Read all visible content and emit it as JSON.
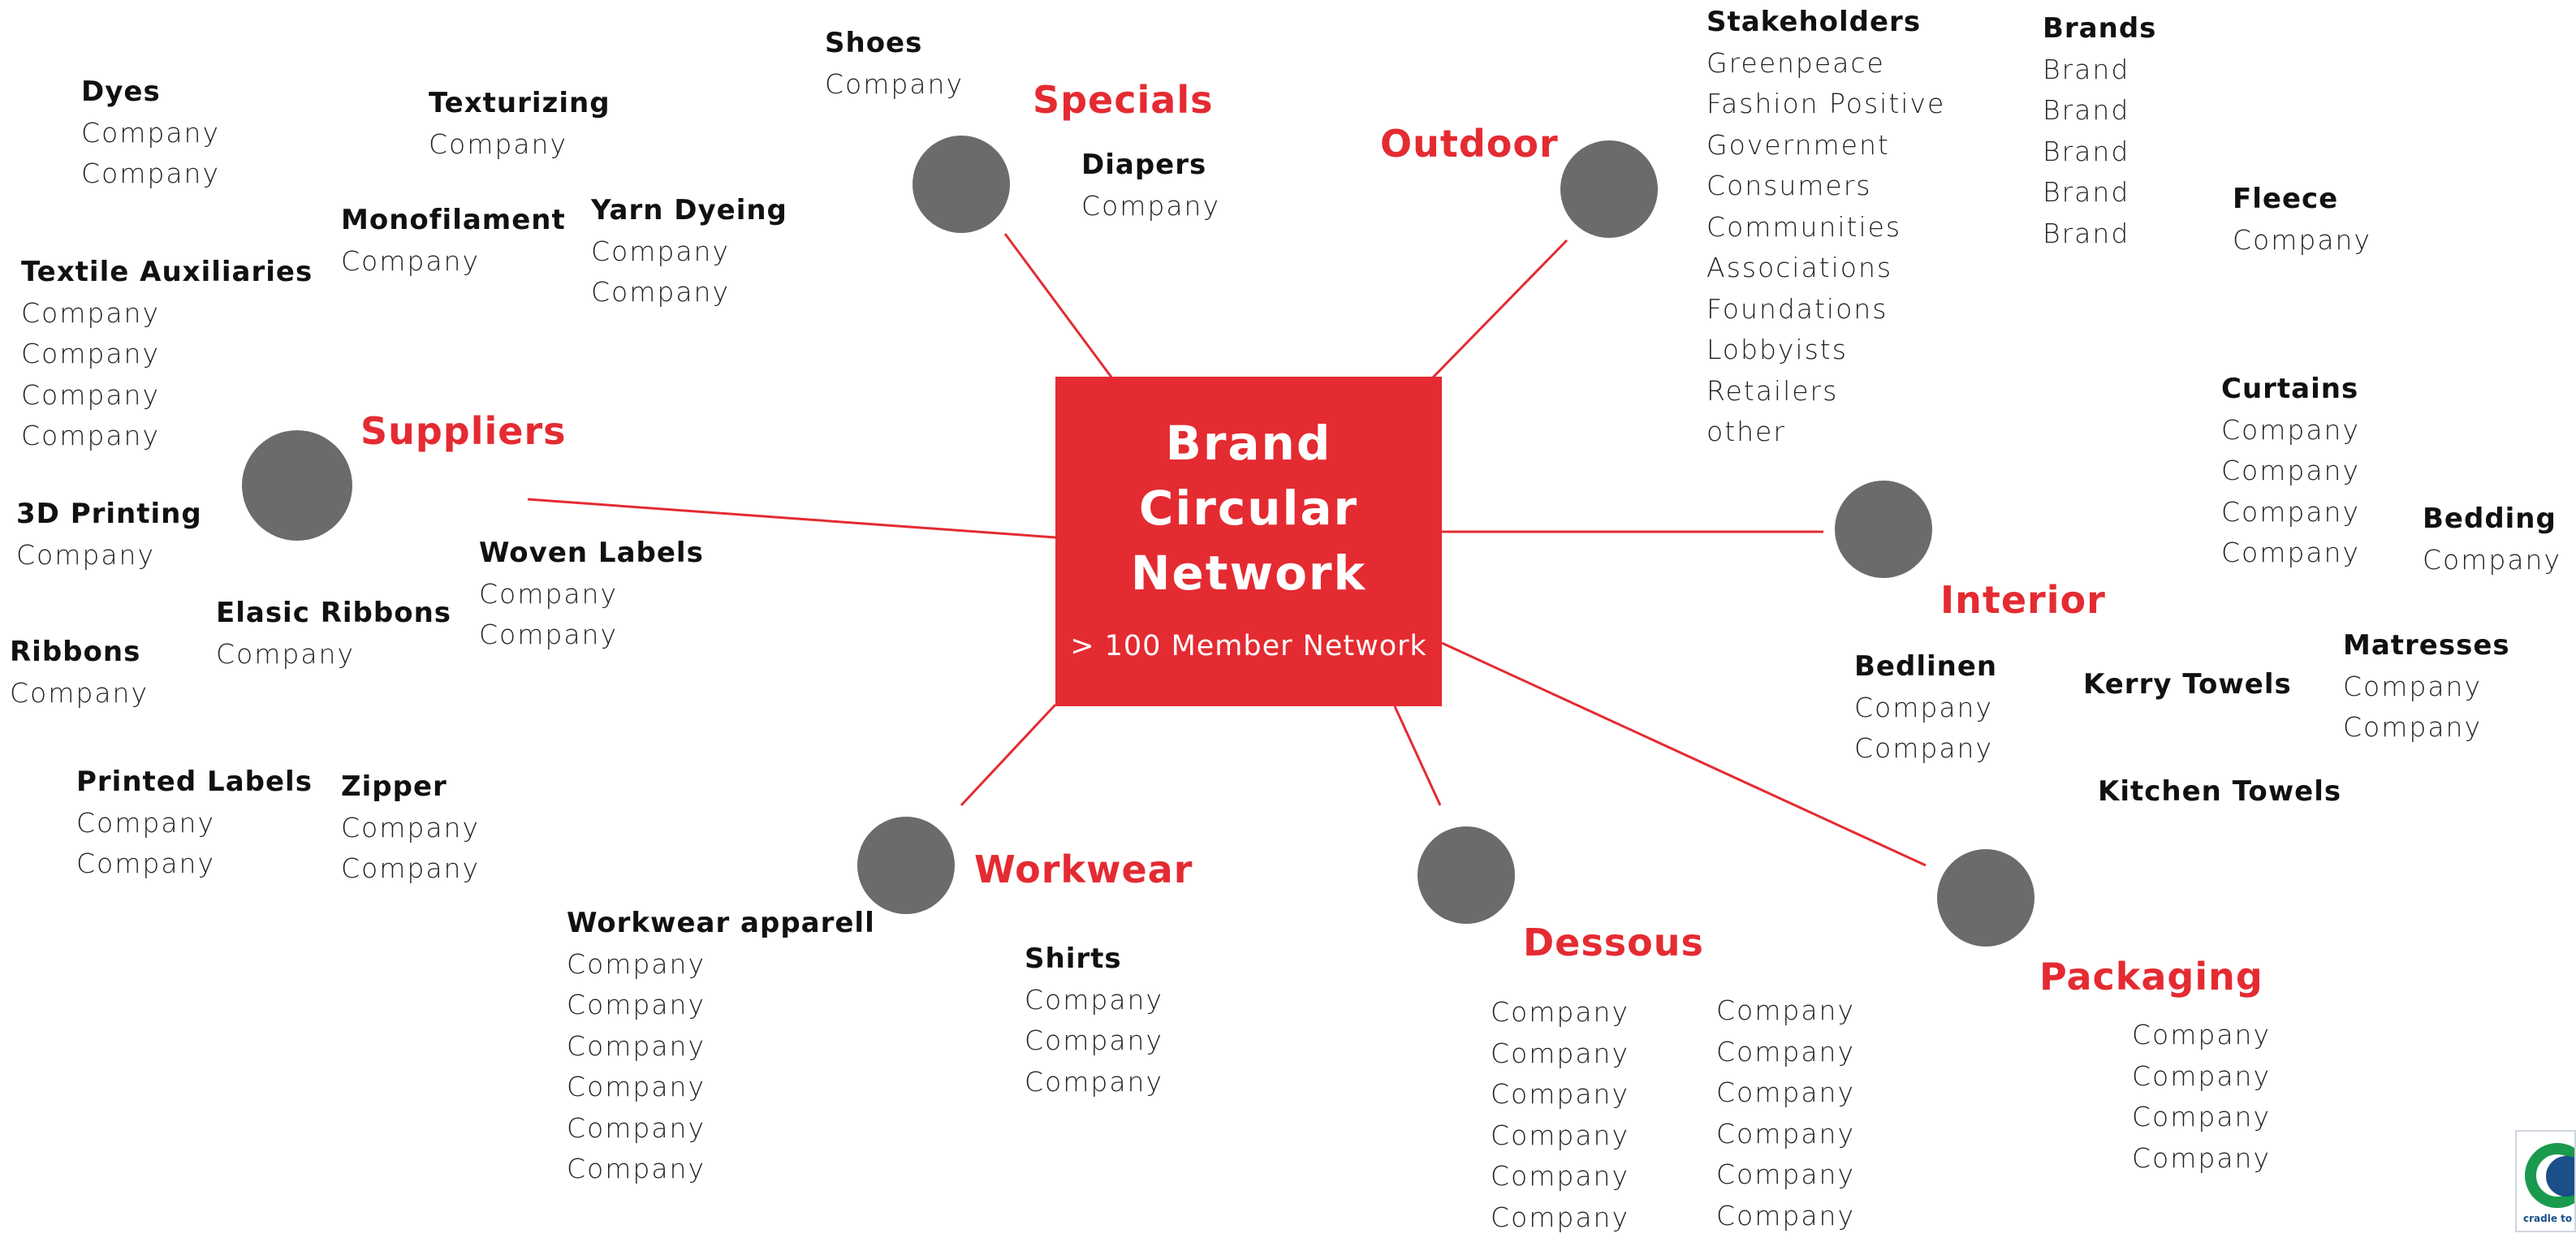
{
  "colors": {
    "accent": "#e42b32",
    "node": "#6b6b6b",
    "edge": "#e42b32"
  },
  "center": {
    "title_lines": [
      "Brand",
      "Circular",
      "Network"
    ],
    "subtitle": "> 100 Member Network"
  },
  "categories": {
    "specials": "Specials",
    "outdoor": "Outdoor",
    "suppliers": "Suppliers",
    "interior": "Interior",
    "workwear": "Workwear",
    "dessous": "Dessous",
    "packaging": "Packaging"
  },
  "groups": {
    "dyes": {
      "title": "Dyes",
      "items": [
        "Company",
        "Company"
      ]
    },
    "texturizing": {
      "title": "Texturizing",
      "items": [
        "Company"
      ]
    },
    "shoes": {
      "title": "Shoes",
      "items": [
        "Company"
      ]
    },
    "diapers": {
      "title": "Diapers",
      "items": [
        "Company"
      ]
    },
    "monofilament": {
      "title": "Monofilament",
      "items": [
        "Company"
      ]
    },
    "yarn_dyeing": {
      "title": "Yarn Dyeing",
      "items": [
        "Company",
        "Company"
      ]
    },
    "textile_auxiliaries": {
      "title": "Textile Auxiliaries",
      "items": [
        "Company",
        "Company",
        "Company",
        "Company"
      ]
    },
    "printing_3d": {
      "title": "3D Printing",
      "items": [
        "Company"
      ]
    },
    "woven_labels": {
      "title": "Woven Labels",
      "items": [
        "Company",
        "Company"
      ]
    },
    "elastic_ribbons": {
      "title": "Elasic Ribbons",
      "items": [
        "Company"
      ]
    },
    "ribbons": {
      "title": "Ribbons",
      "items": [
        "Company"
      ]
    },
    "printed_labels": {
      "title": "Printed Labels",
      "items": [
        "Company",
        "Company"
      ]
    },
    "zipper": {
      "title": "Zipper",
      "items": [
        "Company",
        "Company"
      ]
    },
    "stakeholders": {
      "title": "Stakeholders",
      "items": [
        "Greenpeace",
        "Fashion Positive",
        "Government",
        "Consumers",
        "Communities",
        "Associations",
        "Foundations",
        "Lobbyists",
        "Retailers",
        "other"
      ]
    },
    "brands": {
      "title": "Brands",
      "items": [
        "Brand",
        "Brand",
        "Brand",
        "Brand",
        "Brand"
      ]
    },
    "fleece": {
      "title": "Fleece",
      "items": [
        "Company"
      ]
    },
    "curtains": {
      "title": "Curtains",
      "items": [
        "Company",
        "Company",
        "Company",
        "Company"
      ]
    },
    "bedding": {
      "title": "Bedding",
      "items": [
        "Company"
      ]
    },
    "bedlinen": {
      "title": "Bedlinen",
      "items": [
        "Company",
        "Company"
      ]
    },
    "kerry_towels": {
      "title": "Kerry Towels",
      "items": []
    },
    "matresses": {
      "title": "Matresses",
      "items": [
        "Company",
        "Company"
      ]
    },
    "kitchen_towels": {
      "title": "Kitchen Towels",
      "items": []
    },
    "workwear_apparell": {
      "title": "Workwear apparell",
      "items": [
        "Company",
        "Company",
        "Company",
        "Company",
        "Company",
        "Company"
      ]
    },
    "shirts": {
      "title": "Shirts",
      "items": [
        "Company",
        "Company",
        "Company"
      ]
    },
    "dessous_col1": {
      "title": "",
      "items": [
        "Company",
        "Company",
        "Company",
        "Company",
        "Company",
        "Company"
      ]
    },
    "dessous_col2": {
      "title": "",
      "items": [
        "Company",
        "Company",
        "Company",
        "Company",
        "Company",
        "Company"
      ]
    },
    "packaging_list": {
      "title": "",
      "items": [
        "Company",
        "Company",
        "Company",
        "Company"
      ]
    }
  }
}
